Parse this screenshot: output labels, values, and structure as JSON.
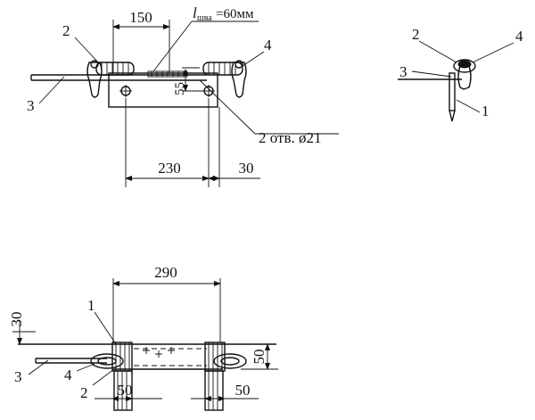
{
  "top_view": {
    "dim_150": "150",
    "weld_length_prefix": "l",
    "weld_length_sub": "шва",
    "weld_length_value": "=60мм",
    "dim_55": "55",
    "dim_230": "230",
    "dim_30": "30",
    "holes_label": "2 отв. ø21",
    "labels": {
      "part2": "2",
      "part3": "3",
      "part4": "4"
    }
  },
  "side_view": {
    "labels": {
      "part1": "1",
      "part2": "2",
      "part3": "3",
      "part4": "4"
    }
  },
  "plan_view": {
    "dim_290": "290",
    "dim_30": "30",
    "dim_50_right": "50",
    "dim_50_bottom_left": "50",
    "dim_50_bottom_right": "50",
    "labels": {
      "part1": "1",
      "part2": "2",
      "part3": "3",
      "part4": "4"
    }
  }
}
